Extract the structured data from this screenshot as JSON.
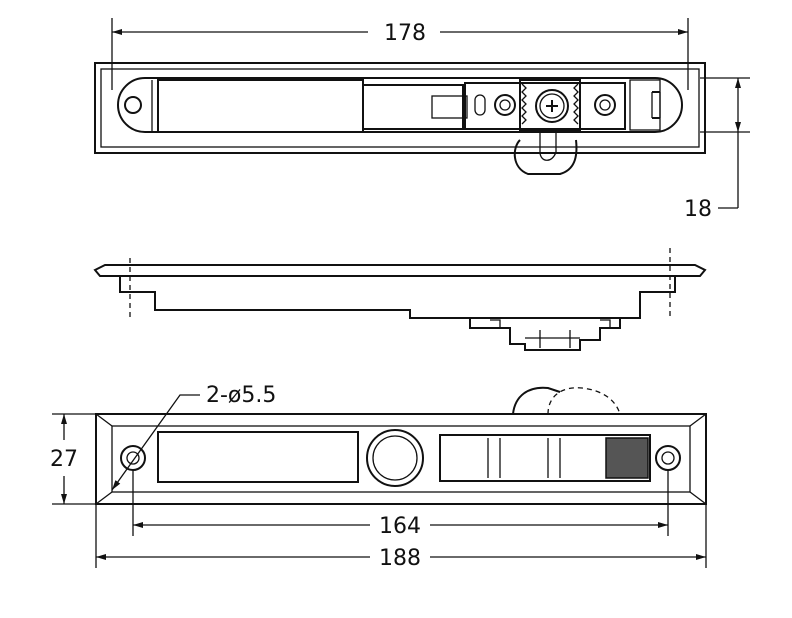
{
  "dimensions": {
    "top_width": "178",
    "top_height": "18",
    "bottom_height": "27",
    "hole_spec": "2-ø5.5",
    "hole_spacing": "164",
    "overall_width": "188"
  },
  "colors": {
    "line": "#111111",
    "fill_dark": "#555555",
    "background": "#ffffff"
  }
}
